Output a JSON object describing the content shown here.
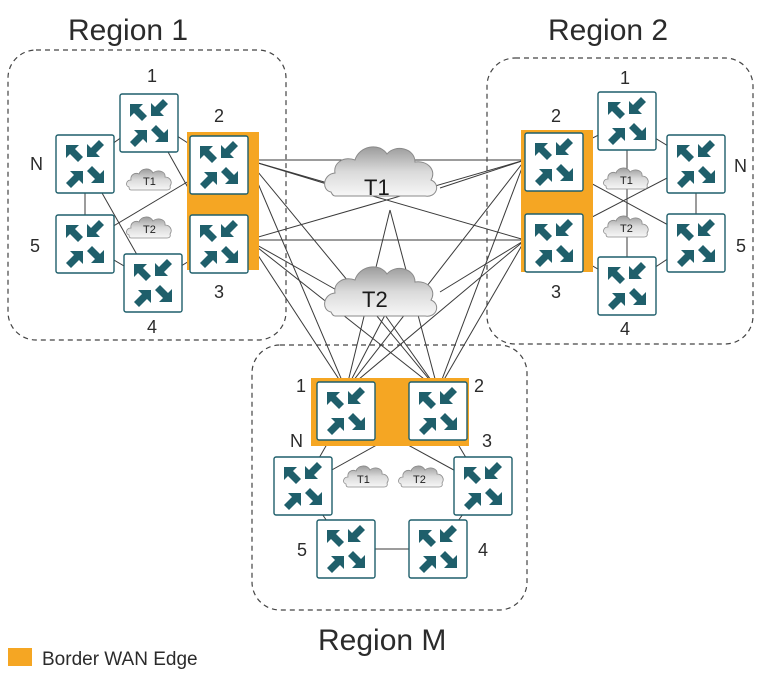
{
  "regions": {
    "r1": {
      "title": "Region 1",
      "routers": {
        "r1": "1",
        "r2": "2",
        "r3": "3",
        "r4": "4",
        "r5": "5",
        "rN": "N"
      },
      "clouds": {
        "t1": "T1",
        "t2": "T2"
      }
    },
    "r2": {
      "title": "Region 2",
      "routers": {
        "r1": "1",
        "r2": "2",
        "r3": "3",
        "r4": "4",
        "r5": "5",
        "rN": "N"
      },
      "clouds": {
        "t1": "T1",
        "t2": "T2"
      }
    },
    "rm": {
      "title": "Region M",
      "routers": {
        "r1": "1",
        "r2": "2",
        "r3": "3",
        "r4": "4",
        "r5": "5",
        "rN": "N"
      },
      "clouds": {
        "t1": "T1",
        "t2": "T2"
      }
    }
  },
  "core_clouds": {
    "t1": "T1",
    "t2": "T2"
  },
  "legend": {
    "border_label": "Border WAN Edge"
  },
  "colors": {
    "border": "#f5a623",
    "router_outline": "#1f5f6b",
    "router_arrows": "#1f5f6b"
  }
}
